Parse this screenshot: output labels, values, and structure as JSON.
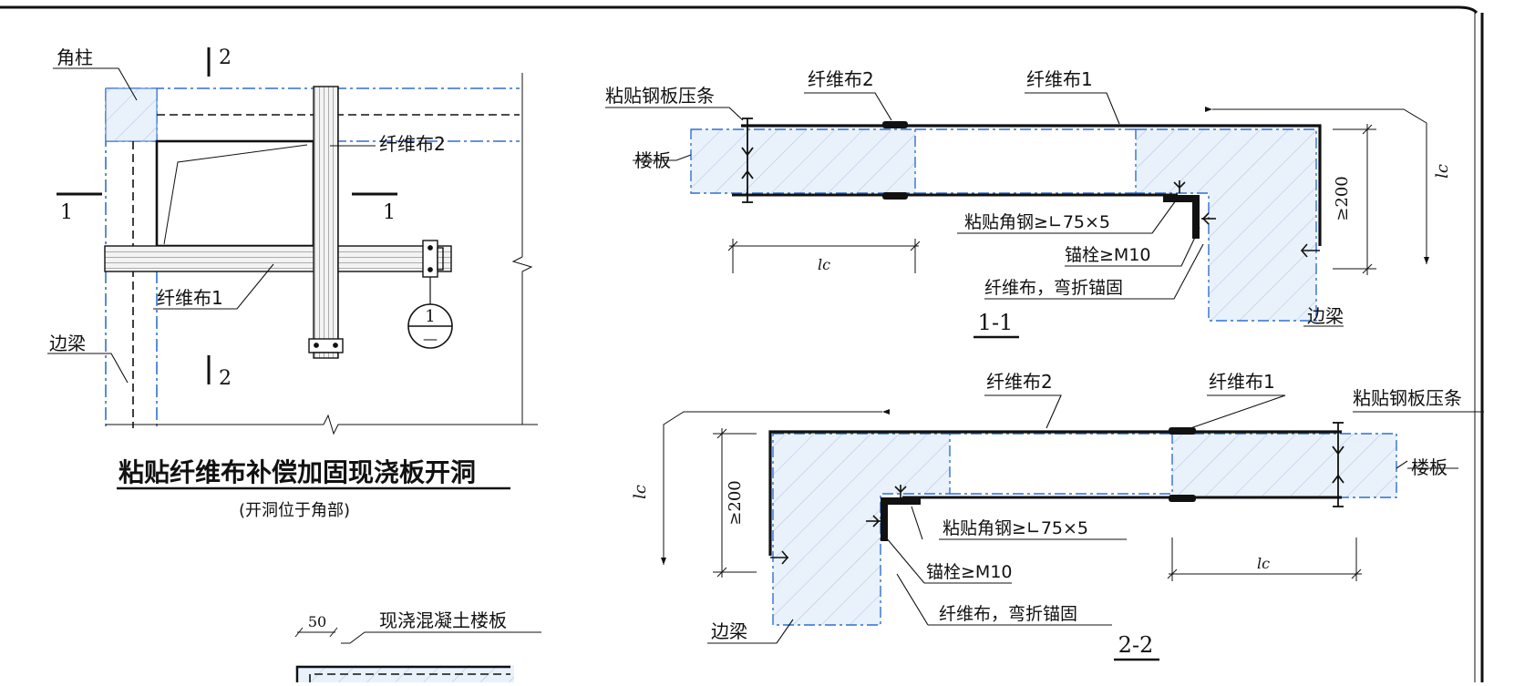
{
  "plan": {
    "corner_column": "角柱",
    "fiber_2": "纤维布2",
    "fiber_1": "纤维布1",
    "edge_beam": "边梁",
    "section_1_mark": "1",
    "section_2_mark": "2",
    "detail_num": "1",
    "detail_sheet": "—",
    "title": "粘贴纤维布补偿加固现浇板开洞",
    "subtitle": "(开洞位于角部)"
  },
  "sec1": {
    "steel_strip": "粘贴钢板压条",
    "fiber_2": "纤维布2",
    "fiber_1": "纤维布1",
    "slab": "楼板",
    "angle_steel": "粘贴角钢≥∟75×5",
    "anchor_bolt": "锚栓≥M10",
    "fiber_bend": "纤维布，弯折锚固",
    "edge_beam": "边梁",
    "dim_200": "≥200",
    "lc": "lc",
    "lc_vert": "lc",
    "title": "1-1"
  },
  "sec2": {
    "fiber_2": "纤维布2",
    "fiber_1": "纤维布1",
    "steel_strip": "粘贴钢板压条",
    "slab": "楼板",
    "angle_steel": "粘贴角钢≥∟75×5",
    "anchor_bolt": "锚栓≥M10",
    "fiber_bend": "纤维布，弯折锚固",
    "edge_beam": "边梁",
    "dim_200": "≥200",
    "lc": "lc",
    "lc_vert": "lc",
    "title": "2-2"
  },
  "bottom": {
    "dim_50": "50",
    "label": "现浇混凝土楼板"
  },
  "colors": {
    "line": "#111111",
    "centerline": "#2f6fd6",
    "concrete_fill": "#e9f1fb",
    "hatch": "#9fb7d9"
  }
}
